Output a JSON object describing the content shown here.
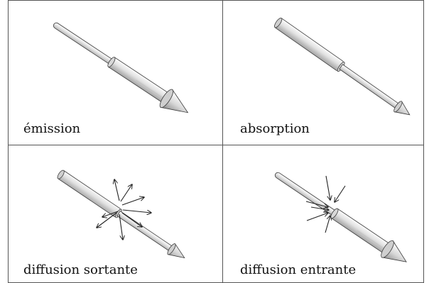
{
  "panels": [
    {
      "label": "émission"
    },
    {
      "label": "absorption"
    },
    {
      "label": "diffusion sortante"
    },
    {
      "label": "diffusion entrante"
    }
  ],
  "colors": {
    "grid_line": "#555555",
    "shaft_fill": "#e7e7e7",
    "shaft_shadow": "#9a9a9a",
    "outline": "#3a3a3a",
    "ray": "#222222"
  },
  "icons": [
    "arrow-icon"
  ]
}
